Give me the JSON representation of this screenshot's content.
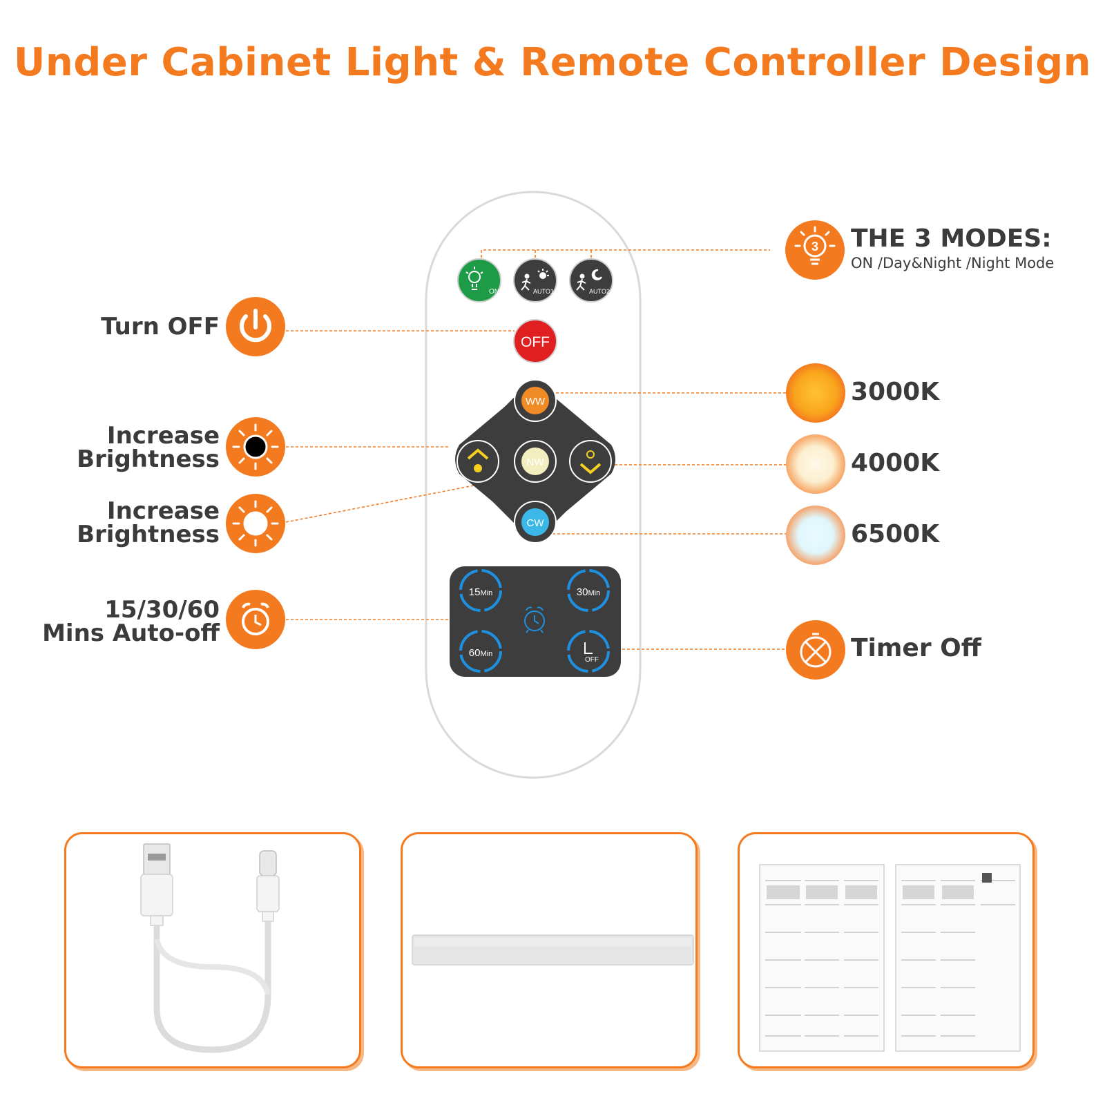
{
  "title": "Under Cabinet Light & Remote Controller Design",
  "remote": {
    "mode_buttons": [
      {
        "icon": "bulb-icon",
        "label": "ON",
        "color": "#1e9b47"
      },
      {
        "icon": "motion-sun-icon",
        "label": "AUTO1",
        "color": "#3d3d3d"
      },
      {
        "icon": "motion-moon-icon",
        "label": "AUTO2",
        "color": "#3d3d3d"
      }
    ],
    "off_label": "OFF",
    "color_buttons": {
      "ww": "WW",
      "nw": "NW",
      "cw": "CW"
    },
    "timer_buttons": {
      "t15": "15",
      "t30": "30",
      "t60": "60",
      "unit": "Min",
      "off_label": "OFF"
    }
  },
  "left_labels": {
    "turn_off": "Turn OFF",
    "increase_1_line1": "Increase",
    "increase_1_line2": "Brightness",
    "increase_2_line1": "Increase",
    "increase_2_line2": "Brightness",
    "timer_line1": "15/30/60",
    "timer_line2": "Mins Auto-off"
  },
  "right_labels": {
    "modes_title": "THE 3 MODES:",
    "modes_sub": "ON /Day&Night /Night Mode",
    "k3000": "3000K",
    "k4000": "4000K",
    "k6500": "6500K",
    "timer_off": "Timer Off"
  },
  "colors": {
    "accent": "#f47a1f",
    "remote_dark": "#3d3d3d",
    "off_red": "#e02020",
    "ww_orange": "#f08a24",
    "nw_cream": "#f2eec0",
    "cw_blue": "#3bb8e8",
    "timer_blue": "#1f8fe0"
  }
}
